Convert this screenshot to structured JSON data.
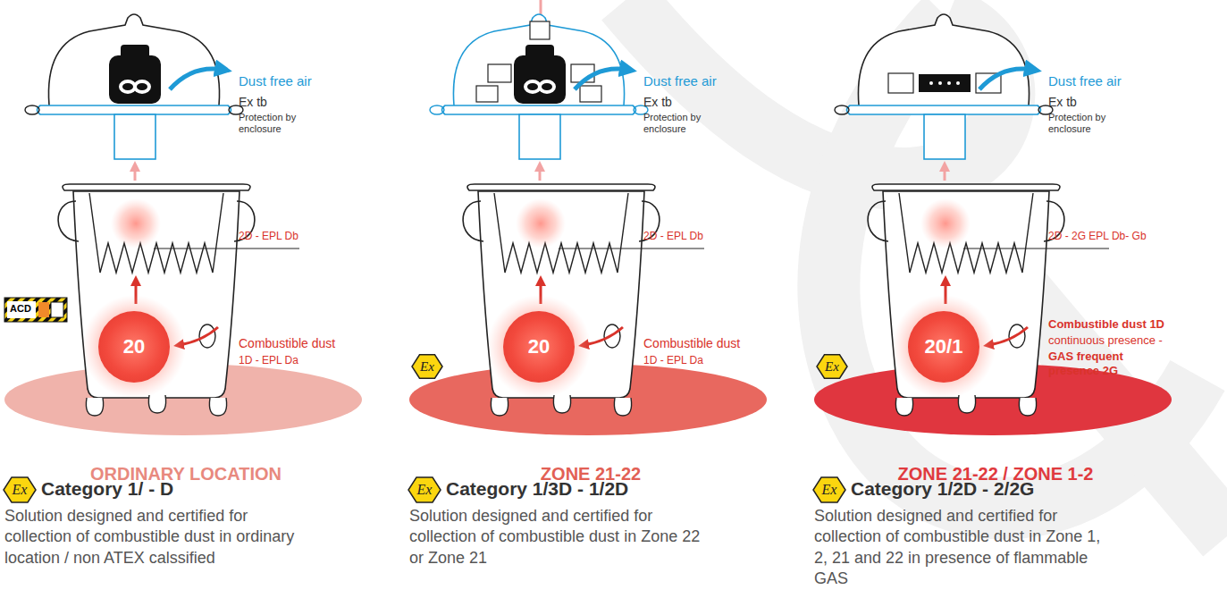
{
  "diagram": {
    "nodes": [
      {
        "text": [
          "20"
        ]
      },
      {
        "text": [
          "20"
        ]
      },
      {
        "text": [
          "20/1"
        ]
      }
    ],
    "labels": [
      "Dust free air",
      "Ex tb",
      "Protection by enclosure",
      "2D - EPL Db",
      "ACD",
      "Combustible dust",
      "1D - EPL Da",
      "ORDINARY LOCATION",
      "Ex",
      "Category 1/ - D",
      "Solution designed and certified for collection of combustible dust in ordinary location / non ATEX calssified",
      "Dust free air",
      "Ex tb",
      "Protection by enclosure",
      "2D - EPL Db",
      "Ex",
      "Combustible dust",
      "1D - EPL Da",
      "ZONE 21-22",
      "Ex",
      "Category 1/3D - 1/2D",
      "Solution designed and certified for collection of combustible dust in Zone 22 or Zone 21",
      "Dust free air",
      "Ex tb",
      "Protection by enclosure",
      "2D - 2G EPL Db- Gb",
      "Ex",
      "Combustible dust 1D",
      "continuous presence -",
      "GAS frequent presence 2G",
      "ZONE 21-22 / ZONE 1-2",
      "Ex",
      "Category 1/2D - 2/2G",
      "Solution designed and certified for collection of combustible dust in Zone 1, 2, 21 and 22 in presence of flammable GAS"
    ]
  }
}
